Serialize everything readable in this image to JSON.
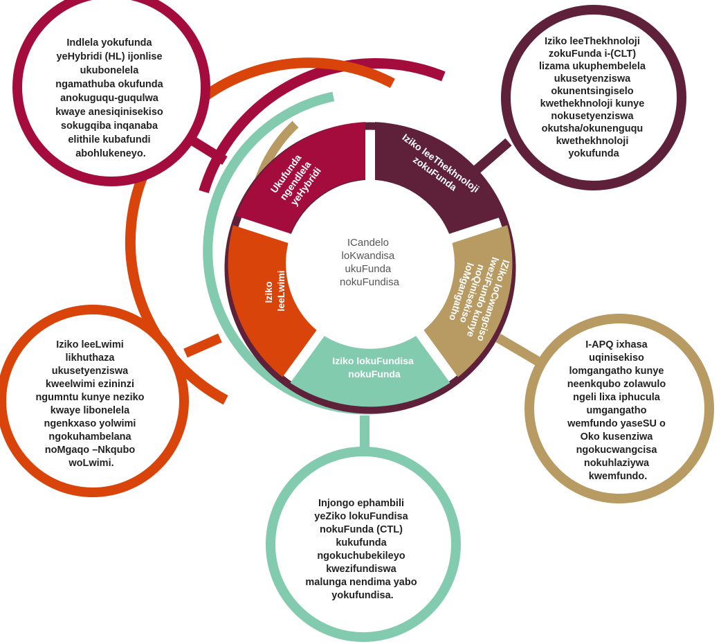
{
  "colors": {
    "crimson": "#a50c3e",
    "plum": "#5e2139",
    "orange": "#d9440b",
    "mint": "#82cbae",
    "tan": "#b89a63",
    "center_text": "#555555"
  },
  "center": {
    "lines": [
      "ICandelo",
      "loKwandisa",
      "ukuFunda",
      "nokuFundisa"
    ]
  },
  "segments": [
    {
      "key": "hybrid",
      "lines": [
        "Ukufunda",
        "ngendlela",
        "yeHybridi"
      ]
    },
    {
      "key": "clt",
      "lines": [
        "Iziko leeThekhnoloji",
        "zokuFunda"
      ]
    },
    {
      "key": "quality",
      "lines": [
        "IZiko loCwangciso",
        "lweziFundo kunye",
        "noQinisekiso",
        "loMgangatho"
      ]
    },
    {
      "key": "ctl",
      "lines": [
        "Iziko lokuFundisa",
        "nokuFunda"
      ]
    },
    {
      "key": "language",
      "lines": [
        "Iziko",
        "leeLwimi"
      ]
    }
  ],
  "bubbles": [
    {
      "key": "hybrid",
      "lines": [
        "Indlela yokufunda",
        "yeHybridi  (HL) ijonlise",
        "ukubonelela",
        "ngamathuba okufunda",
        "anokuguqu-guqulwa",
        "kwaye anesiqinisekiso",
        "sokugqiba inqanaba",
        "elithile kubafundi",
        "abohlukeneyo."
      ]
    },
    {
      "key": "clt",
      "lines": [
        "Iziko leeThekhnoloji",
        "zokuFunda i-(CLT)",
        "lizama ukuphembelela",
        "ukusetyenziswa",
        "okunentsingiselo",
        "kwethekhnoloji kunye",
        "nokusetyenziswa",
        "okutsha/okunenguqu",
        "kwethekhnoloji",
        "yokufunda"
      ]
    },
    {
      "key": "quality",
      "lines": [
        "I-APQ ixhasa",
        "uqinisekiso",
        "lomgangatho kunye",
        "neenkqubo zolawulo",
        "ngeli lixa iphucula",
        "umgangatho",
        "wemfundo yaseSU o",
        "     Oko kusenziwa",
        "ngokucwangcisa",
        "nokuhlaziywa",
        "kwemfundo."
      ]
    },
    {
      "key": "ctl",
      "lines": [
        "Injongo ephambili",
        "yeZiko lokuFundisa",
        "nokuFunda  (CTL)",
        "kukufunda",
        "ngokuchubekileyo",
        "kwezifundiswa",
        "malunga nendima yabo",
        "yokufundisa."
      ]
    },
    {
      "key": "language",
      "lines": [
        "Iziko leeLwimi",
        "likhuthaza",
        "ukusetyenziswa",
        "kweelwimi ezininzi",
        "ngumntu kunye neziko",
        "kwaye libonelela",
        "ngenkxaso yolwimi",
        "ngokuhambelana",
        "noMgaqo –Nkqubo",
        "woLwimi."
      ]
    }
  ]
}
